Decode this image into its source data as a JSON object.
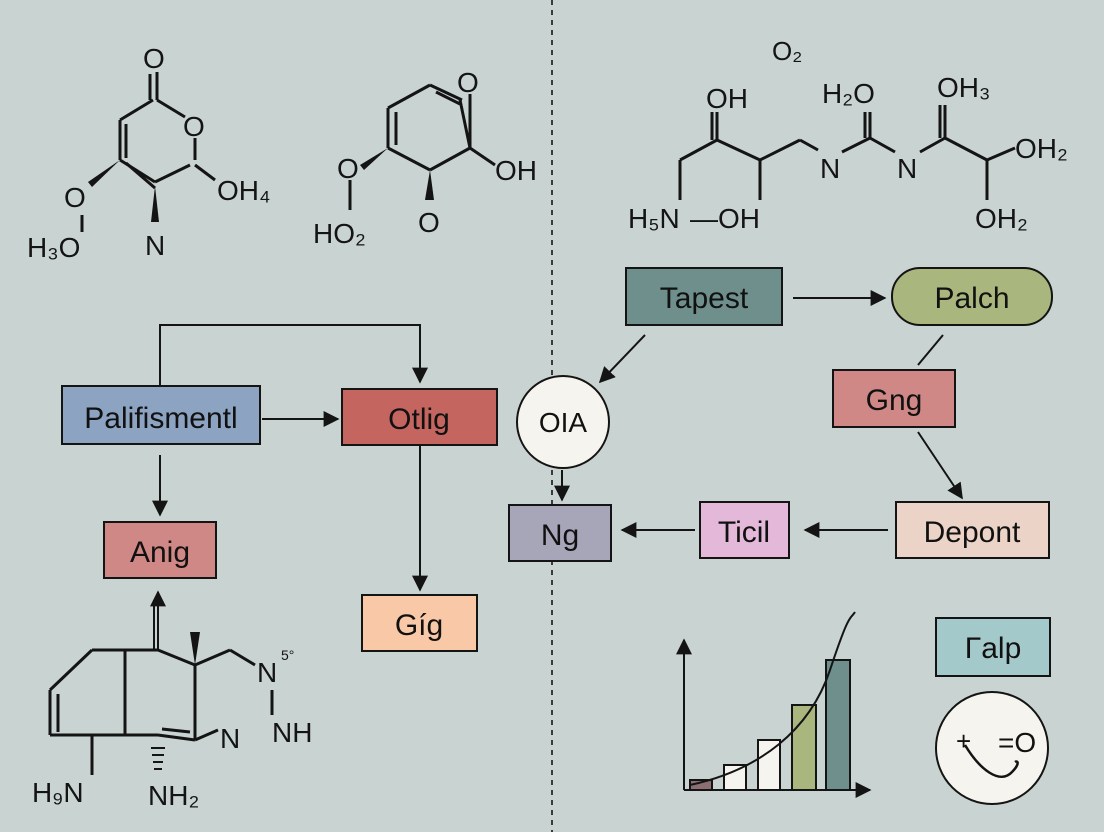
{
  "colors": {
    "background": "#c9d3d1",
    "ink": "#141414",
    "teal": "#6f8f8c",
    "olive": "#a9b77e",
    "rose": "#cf8885",
    "blue": "#8ca3c2",
    "red": "#c46560",
    "peach": "#f9c9a7",
    "lavender": "#a6a6b8",
    "pink": "#e3b8d9",
    "beige": "#ecd3c8",
    "light_teal": "#a4c9cb",
    "circle": "#f6f4ee"
  },
  "nodes": {
    "tapest": "Tapest",
    "palch": "Palch",
    "gng": "Gng",
    "oia": "OIA",
    "depont": "Depont",
    "ticil": "Ticil",
    "ng": "Ng",
    "palifismentl": "Palifismentl",
    "otlig": "Otlig",
    "anig": "Anig",
    "gig": "Gíg",
    "ralp": "Γalp"
  },
  "badge": {
    "plus": "+",
    "eq": "=O"
  },
  "molecule_top_left": {
    "o_top": "O",
    "o_ring": "O",
    "o_left": "O",
    "h3o": "H₃O",
    "oh4": "OH₄",
    "n": "N"
  },
  "molecule_top_mid": {
    "o_top": "O",
    "o_left": "O",
    "ho2": "HO₂",
    "oh": "OH",
    "o_bottom": "O"
  },
  "molecule_top_right": {
    "o2": "O₂",
    "oh": "OH",
    "h2o": "H₂O",
    "oh3": "OH₃",
    "oh2_a": "OH₂",
    "oh2_b": "OH₂",
    "n1": "N",
    "n2": "N",
    "h5n": "H₅N",
    "oh_bottom": "—OH"
  },
  "molecule_bottom_left": {
    "n5": "N",
    "sup": "5°",
    "nh": "NH",
    "n": "N",
    "h9n": "H₉N",
    "nh2": "NH₂"
  }
}
